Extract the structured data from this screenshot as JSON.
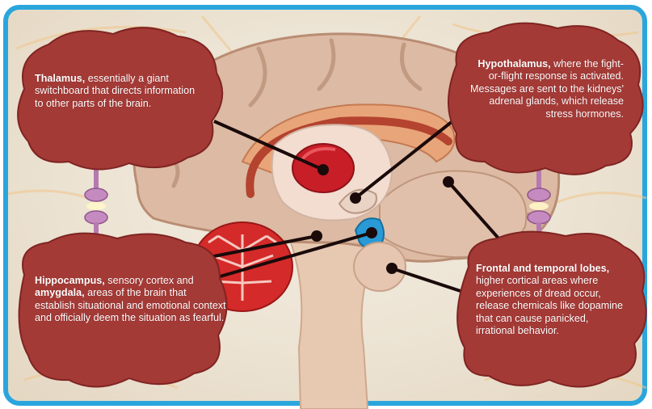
{
  "colors": {
    "border": "#2aa6dd",
    "cloud": "#a43a36",
    "cloud_edge": "#7f2422",
    "brain": "#d9b7a1",
    "thalamus": "#c81e28",
    "amygdala": "#2a9ad6",
    "cerebellum": "#d42a2a",
    "callout_dot": "#1a0a0a"
  },
  "labels": {
    "thalamus": {
      "term": "Thalamus,",
      "rest": " essentially a giant switchboard that directs information to other parts of the brain."
    },
    "hypothalamus": {
      "term": "Hypothalamus,",
      "rest": " where the fight-or-flight response is activated. Messages are sent to the kidneys' adrenal glands, which release stress hormones."
    },
    "hippocampus": {
      "term": "Hippocampus,",
      "mid": " sensory cortex and ",
      "term2": "amygdala,",
      "rest": " areas of the brain that establish situational and emotional context and officially deem the situation as fearful."
    },
    "lobes": {
      "term": "Frontal and temporal lobes,",
      "rest": " higher cortical areas where experiences of dread occur, release chemicals like dopamine that can cause panicked, irrational behavior."
    }
  },
  "icons": [
    "neuron-synapse-icon",
    "brain-illustration"
  ]
}
